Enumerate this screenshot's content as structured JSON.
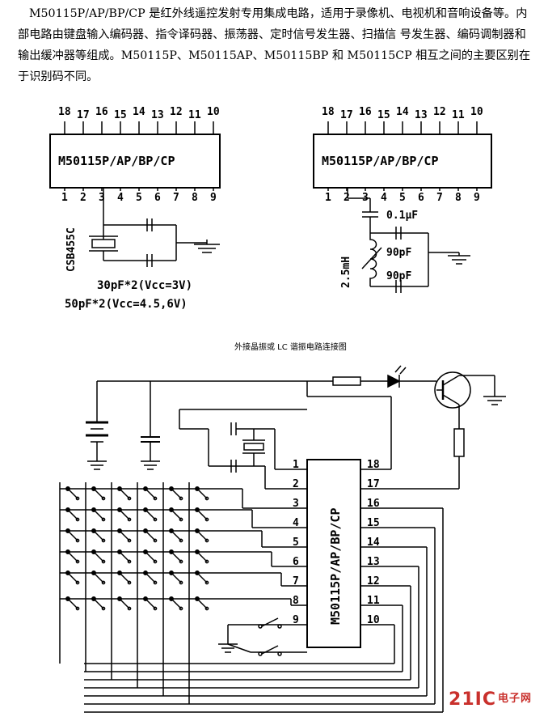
{
  "intro_text": "M50115P/AP/BP/CP 是红外线遥控发射专用集成电路，适用于录像机、电视机和音响设备等。内部电路由键盘输入编码器、指令译码器、振荡器、定时信号发生器、扫描信 号发生器、编码调制器和输出缓冲器等组成。M50115P、M50115AP、M50115BP 和 M50115CP 相互之间的主要区别在于识别码不同。",
  "chip_label": "M50115P/AP/BP/CP",
  "top_pins": [
    "18",
    "17",
    "16",
    "15",
    "14",
    "13",
    "12",
    "11",
    "10"
  ],
  "bottom_pins": [
    "1",
    "2",
    "3",
    "4",
    "5",
    "6",
    "7",
    "8",
    "9"
  ],
  "left_circuit": {
    "resonator_label": "CSB455C",
    "note1": "30pF*2(Vcc=3V)",
    "note2": "50pF*2(Vcc=4.5,6V)"
  },
  "right_circuit": {
    "cap_label": "0.1μF",
    "inductor_label": "2.5mH",
    "cap1_label": "90pF",
    "cap2_label": "90pF"
  },
  "caption": "外接晶振或 LC 谐振电路连接图",
  "bottom_chip": {
    "label": "M50115P/AP/BP/CP",
    "left_pins": [
      "1",
      "2",
      "3",
      "4",
      "5",
      "6",
      "7",
      "8",
      "9"
    ],
    "right_pins": [
      "18",
      "17",
      "16",
      "15",
      "14",
      "13",
      "12",
      "11",
      "10"
    ]
  },
  "watermark": {
    "main": "21IC",
    "sub": "电子网"
  }
}
